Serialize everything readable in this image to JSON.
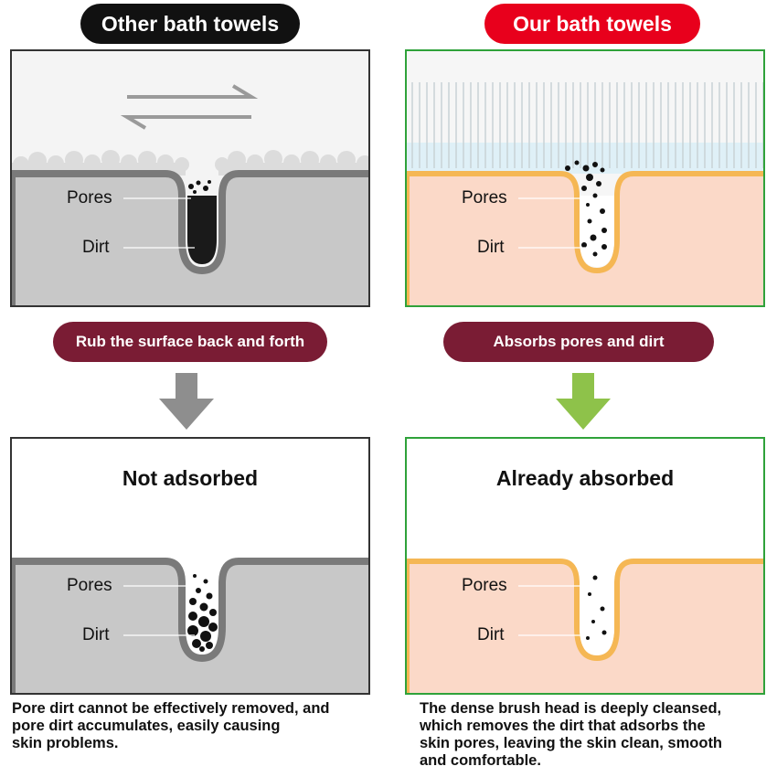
{
  "left": {
    "header": "Other bath towels",
    "action": "Rub the surface back and forth",
    "top_panel": {
      "pores_label": "Pores",
      "dirt_label": "Dirt"
    },
    "bottom_panel": {
      "title": "Not adsorbed",
      "pores_label": "Pores",
      "dirt_label": "Dirt"
    },
    "description": [
      "Pore dirt cannot be effectively removed, and",
      "pore dirt accumulates, easily causing",
      "skin problems."
    ]
  },
  "right": {
    "header": "Our bath towels",
    "action": "Absorbs pores and dirt",
    "top_panel": {
      "pores_label": "Pores",
      "dirt_label": "Dirt"
    },
    "bottom_panel": {
      "title": "Already absorbed",
      "pores_label": "Pores",
      "dirt_label": "Dirt"
    },
    "description": [
      "The dense brush head is deeply cleansed,",
      "which removes the dirt that adsorbs the",
      "skin pores, leaving the skin clean, smooth",
      "and comfortable."
    ]
  },
  "colors": {
    "left_header_bg": "#111111",
    "right_header_bg": "#e8001c",
    "action_pill_bg": "#7a1c34",
    "left_arrow": "#8e8e8e",
    "right_arrow": "#8ec24a",
    "left_panel_border": "#333333",
    "right_panel_border": "#2fa23a",
    "left_skin": "#c8c8c8",
    "left_skin_edge": "#7a7a7a",
    "right_skin": "#fbd9c8",
    "right_skin_edge": "#f5b754"
  }
}
